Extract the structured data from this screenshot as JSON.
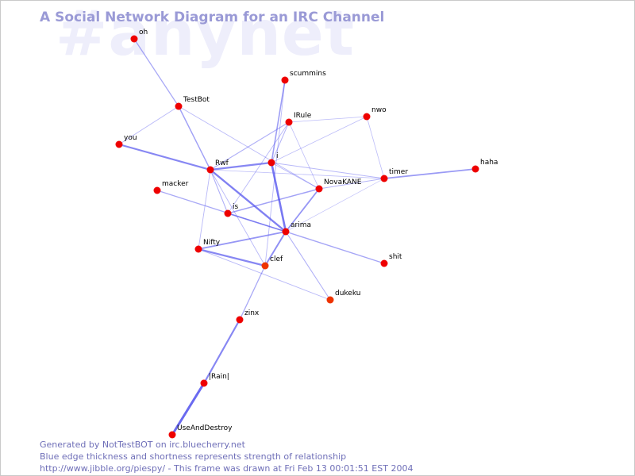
{
  "watermark": "#anynet",
  "title": "A Social Network Diagram for an IRC Channel",
  "colors": {
    "node": "#ee0000",
    "node_alt": "#ee3300",
    "edge": "#5555ee",
    "title": "#9a9ad6",
    "footer": "#6f6fb8",
    "watermark": "#eeeefb"
  },
  "nodes": [
    {
      "id": "oh",
      "label": "oh"
    },
    {
      "id": "TestBot",
      "label": "TestBot"
    },
    {
      "id": "you",
      "label": "you"
    },
    {
      "id": "scummins",
      "label": "scummins"
    },
    {
      "id": "IRule",
      "label": "IRule"
    },
    {
      "id": "nwo",
      "label": "nwo"
    },
    {
      "id": "i",
      "label": "i"
    },
    {
      "id": "Rwf",
      "label": "Rwf"
    },
    {
      "id": "timer",
      "label": "timer"
    },
    {
      "id": "haha",
      "label": "haha"
    },
    {
      "id": "macker",
      "label": "macker"
    },
    {
      "id": "NovaKANE",
      "label": "NovaKANE"
    },
    {
      "id": "is",
      "label": "is"
    },
    {
      "id": "arima",
      "label": "arima"
    },
    {
      "id": "Nifty",
      "label": "Nifty"
    },
    {
      "id": "clef",
      "label": "clef"
    },
    {
      "id": "shit",
      "label": "shit"
    },
    {
      "id": "dukeku",
      "label": "dukeku"
    },
    {
      "id": "zinx",
      "label": "zinx"
    },
    {
      "id": "Rain",
      "label": "|Rain|"
    },
    {
      "id": "UseAndDestroy",
      "label": "UseAndDestroy"
    }
  ],
  "edges": [
    {
      "from": "oh",
      "to": "TestBot",
      "weight": 1.3
    },
    {
      "from": "TestBot",
      "to": "you",
      "weight": 0.9
    },
    {
      "from": "TestBot",
      "to": "Rwf",
      "weight": 1.5
    },
    {
      "from": "TestBot",
      "to": "NovaKANE",
      "weight": 0.9
    },
    {
      "from": "you",
      "to": "Rwf",
      "weight": 2.2
    },
    {
      "from": "scummins",
      "to": "i",
      "weight": 1.6
    },
    {
      "from": "scummins",
      "to": "clef",
      "weight": 0.9
    },
    {
      "from": "IRule",
      "to": "Rwf",
      "weight": 1.1
    },
    {
      "from": "IRule",
      "to": "NovaKANE",
      "weight": 0.8
    },
    {
      "from": "IRule",
      "to": "nwo",
      "weight": 0.8
    },
    {
      "from": "IRule",
      "to": "is",
      "weight": 0.9
    },
    {
      "from": "IRule",
      "to": "i",
      "weight": 1.0
    },
    {
      "from": "nwo",
      "to": "i",
      "weight": 0.8
    },
    {
      "from": "nwo",
      "to": "timer",
      "weight": 0.8
    },
    {
      "from": "i",
      "to": "Rwf",
      "weight": 2.2
    },
    {
      "from": "i",
      "to": "arima",
      "weight": 2.6
    },
    {
      "from": "i",
      "to": "timer",
      "weight": 0.9
    },
    {
      "from": "i",
      "to": "NovaKANE",
      "weight": 0.9
    },
    {
      "from": "Rwf",
      "to": "timer",
      "weight": 0.8
    },
    {
      "from": "Rwf",
      "to": "arima",
      "weight": 2.4
    },
    {
      "from": "Rwf",
      "to": "is",
      "weight": 1.1
    },
    {
      "from": "Rwf",
      "to": "Nifty",
      "weight": 0.9
    },
    {
      "from": "Rwf",
      "to": "clef",
      "weight": 0.9
    },
    {
      "from": "timer",
      "to": "haha",
      "weight": 1.7
    },
    {
      "from": "timer",
      "to": "NovaKANE",
      "weight": 1.0
    },
    {
      "from": "timer",
      "to": "arima",
      "weight": 0.7
    },
    {
      "from": "macker",
      "to": "arima",
      "weight": 1.3
    },
    {
      "from": "NovaKANE",
      "to": "is",
      "weight": 1.5
    },
    {
      "from": "NovaKANE",
      "to": "arima",
      "weight": 1.8
    },
    {
      "from": "is",
      "to": "arima",
      "weight": 1.6
    },
    {
      "from": "arima",
      "to": "Nifty",
      "weight": 1.8
    },
    {
      "from": "arima",
      "to": "clef",
      "weight": 2.0
    },
    {
      "from": "arima",
      "to": "shit",
      "weight": 1.4
    },
    {
      "from": "arima",
      "to": "dukeku",
      "weight": 1.1
    },
    {
      "from": "Nifty",
      "to": "clef",
      "weight": 2.2
    },
    {
      "from": "Nifty",
      "to": "dukeku",
      "weight": 0.9
    },
    {
      "from": "clef",
      "to": "zinx",
      "weight": 1.3
    },
    {
      "from": "zinx",
      "to": "Rain",
      "weight": 2.2
    },
    {
      "from": "Rain",
      "to": "UseAndDestroy",
      "weight": 3.0
    }
  ],
  "footer": {
    "line1": "Generated by NotTestBOT on irc.bluecherry.net",
    "line2": "Blue edge thickness and shortness represents strength of relationship",
    "line3": "http://www.jibble.org/piespy/ - This frame was drawn at Fri Feb 13 00:01:51 EST 2004"
  }
}
